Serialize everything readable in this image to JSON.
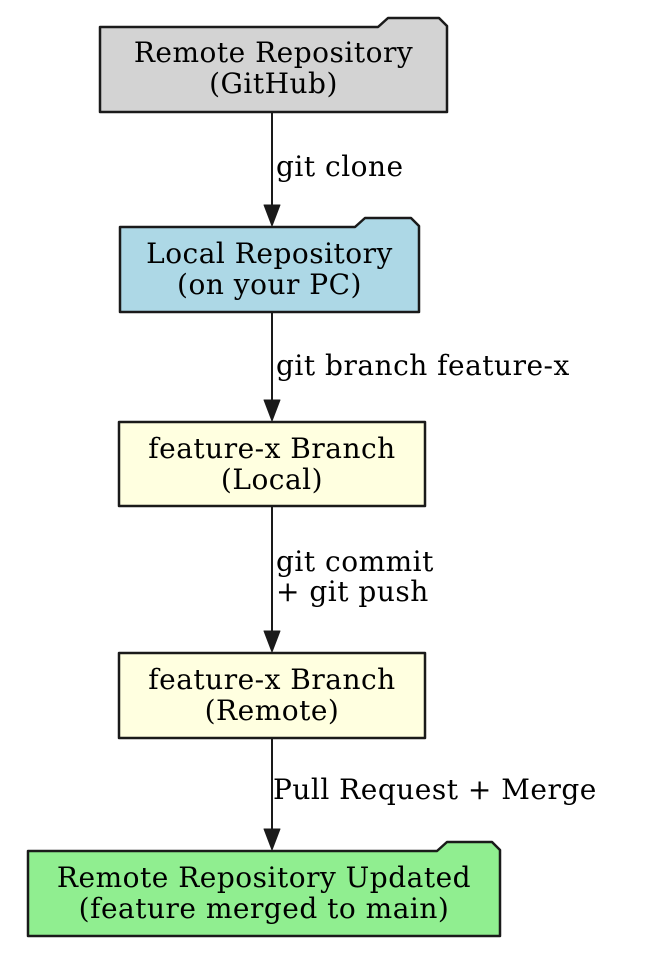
{
  "diagram": {
    "background_color": "#ffffff",
    "border_color": "#1a1a1a",
    "text_color": "#000000",
    "arrow_color": "#1a1a1a",
    "nodes": [
      {
        "name": "remote-repository",
        "shape": "folder",
        "fill": "#d3d3d3",
        "line1": "Remote Repository",
        "line2": "(GitHub)"
      },
      {
        "name": "local-repository",
        "shape": "folder",
        "fill": "#add8e6",
        "line1": "Local Repository",
        "line2": "(on your PC)"
      },
      {
        "name": "feature-x-branch-local",
        "shape": "box",
        "fill": "#ffffe0",
        "line1": "feature-x Branch",
        "line2": "(Local)"
      },
      {
        "name": "feature-x-branch-remote",
        "shape": "box",
        "fill": "#ffffe0",
        "line1": "feature-x Branch",
        "line2": "(Remote)"
      },
      {
        "name": "remote-repository-updated",
        "shape": "folder",
        "fill": "#90ee90",
        "line1": "Remote Repository Updated",
        "line2": "(feature merged to main)"
      }
    ],
    "edges": [
      {
        "from": "remote-repository",
        "to": "local-repository",
        "label_line1": "git clone",
        "label_line2": ""
      },
      {
        "from": "local-repository",
        "to": "feature-x-branch-local",
        "label_line1": "git branch feature-x",
        "label_line2": ""
      },
      {
        "from": "feature-x-branch-local",
        "to": "feature-x-branch-remote",
        "label_line1": "git commit",
        "label_line2": "+ git push"
      },
      {
        "from": "feature-x-branch-remote",
        "to": "remote-repository-updated",
        "label_line1": "Pull Request + Merge",
        "label_line2": ""
      }
    ]
  }
}
